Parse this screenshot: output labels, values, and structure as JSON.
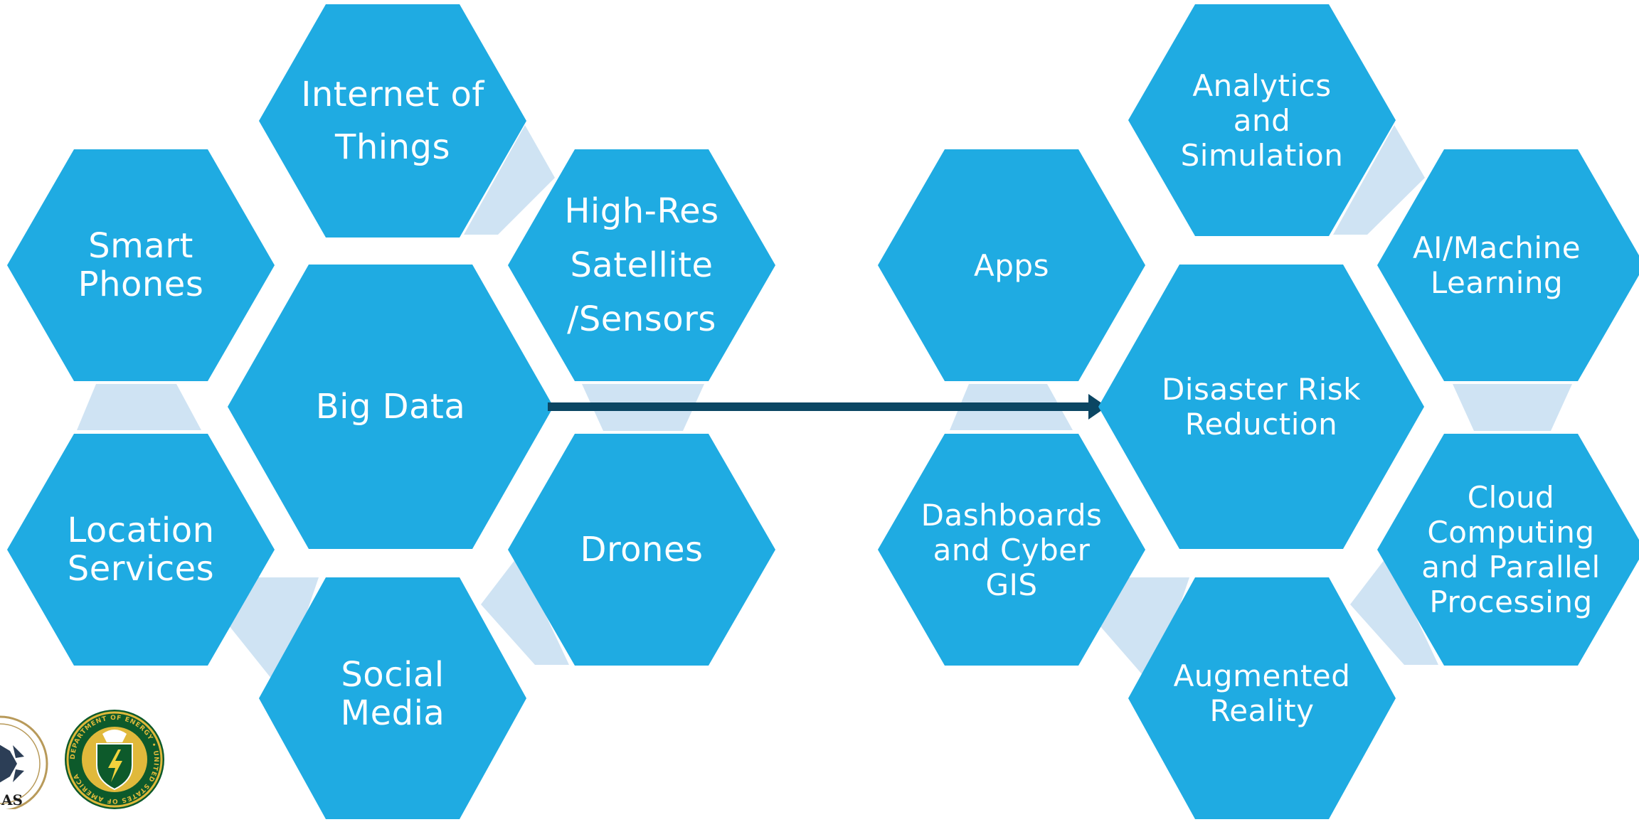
{
  "colors": {
    "hexagon": "#1fabe2",
    "connector": "#cfe3f3",
    "arrow": "#0b4663",
    "text": "#ffffff"
  },
  "left_cluster": {
    "center": "Big Data",
    "items": [
      "Internet of\nThings",
      "Smart\nPhones",
      "High-Res\nSatellite\n/Sensors",
      "Location\nServices",
      "Drones",
      "Social\nMedia"
    ]
  },
  "right_cluster": {
    "center": "Disaster Risk\nReduction",
    "items": [
      "Analytics\nand\nSimulation",
      "Apps",
      "AI/Machine\nLearning",
      "Dashboards\nand Cyber\nGIS",
      "Cloud\nComputing\nand Parallel\nProcessing",
      "Augmented\nReality"
    ]
  },
  "logos": {
    "seal_left_text": "AS",
    "seal_right_text": "DEPARTMENT OF ENERGY • UNITED STATES OF AMERICA"
  },
  "icons": [
    "arrow-right-icon",
    "eagle-seal-icon",
    "energy-seal-icon"
  ]
}
